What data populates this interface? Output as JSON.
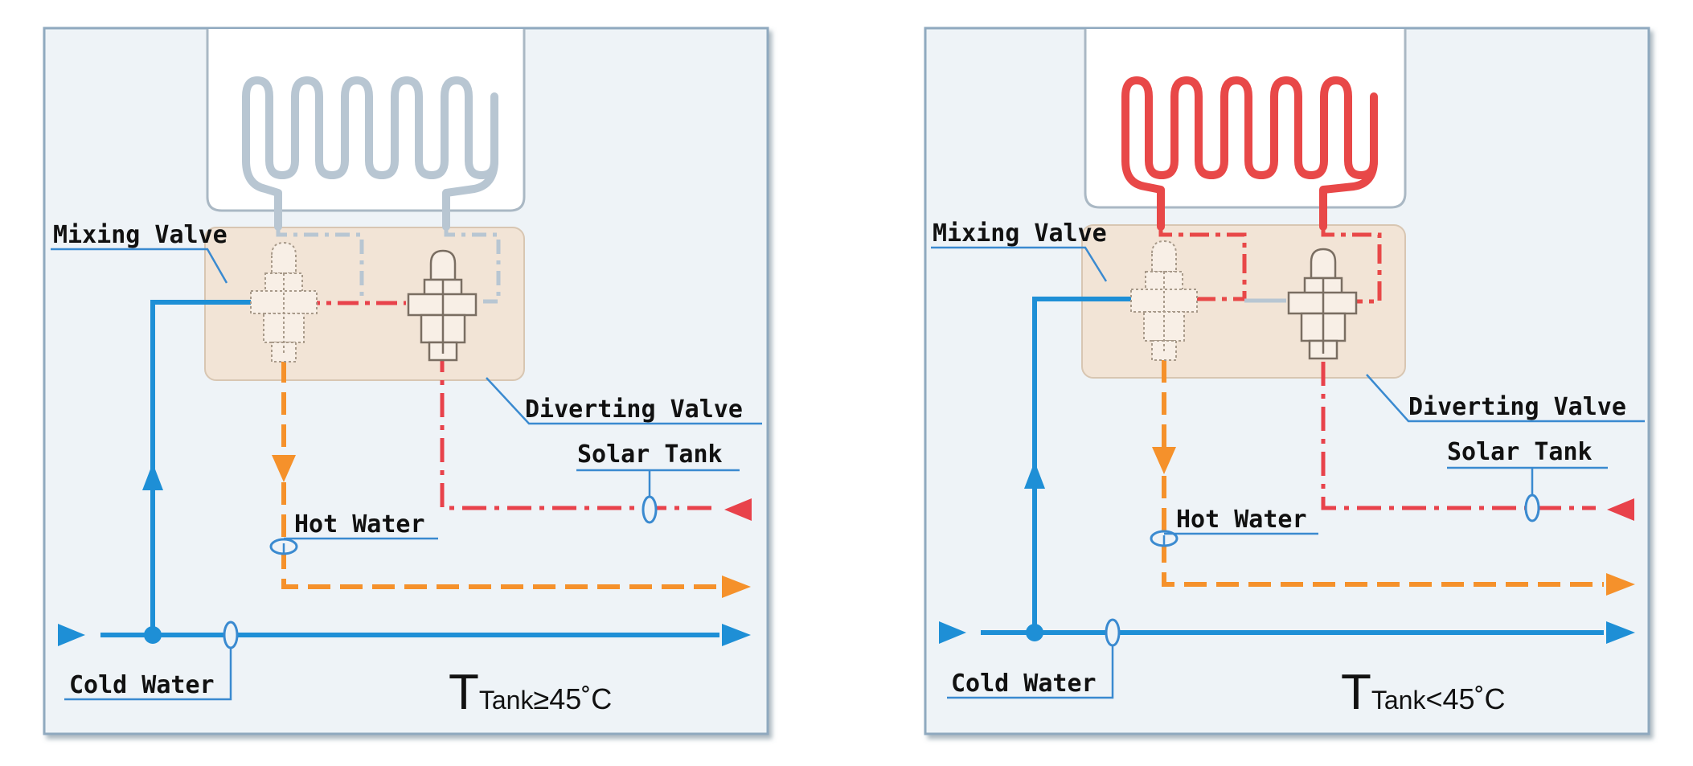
{
  "panels": [
    {
      "id": "left",
      "labels": {
        "mixing_valve": "Mixing Valve",
        "diverting_valve": "Diverting Valve",
        "solar_tank": "Solar Tank",
        "hot_water": "Hot Water",
        "cold_water": "Cold Water"
      },
      "condition": {
        "big": "T",
        "sub": "Tank",
        "rest": "≥45˚C"
      },
      "heater_active": false
    },
    {
      "id": "right",
      "labels": {
        "mixing_valve": "Mixing Valve",
        "diverting_valve": "Diverting Valve",
        "solar_tank": "Solar Tank",
        "hot_water": "Hot Water",
        "cold_water": "Cold Water"
      },
      "condition": {
        "big": "T",
        "sub": "Tank",
        "rest": "<45˚C"
      },
      "heater_active": true
    }
  ],
  "colors": {
    "panel_bg": "#eef3f7",
    "panel_border": "#8fa9bf",
    "heater_bg": "#ffffff",
    "heater_border": "#aab8c4",
    "valve_box": "#f2e4d6",
    "cold": "#1e8fd6",
    "hot": "#f5912b",
    "red": "#e8424b",
    "coil_inactive": "#b8c6d2",
    "coil_active": "#e84848",
    "label_line": "#3a8ad0",
    "text": "#111111"
  }
}
